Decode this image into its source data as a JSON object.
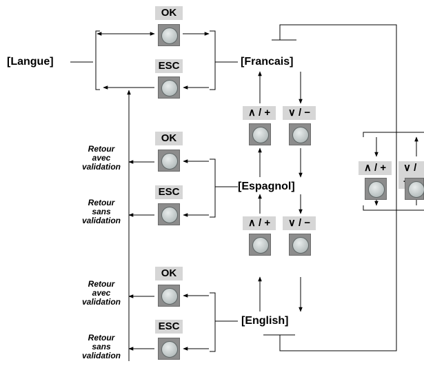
{
  "nodes": {
    "langue": "[Langue]",
    "francais": "[Francais]",
    "espagnol": "[Espagnol]",
    "english": "[English]"
  },
  "keys": {
    "ok": "OK",
    "esc": "ESC",
    "up": "∧ / +",
    "down": "∨ / −"
  },
  "side_labels": {
    "retour_avec": [
      "Retour",
      "avec",
      "validation"
    ],
    "retour_sans": [
      "Retour",
      "sans",
      "validation"
    ]
  },
  "colors": {
    "key_tag_bg": "#d6d6d6",
    "button_body": "#8c8c8c",
    "line": "#000000"
  }
}
